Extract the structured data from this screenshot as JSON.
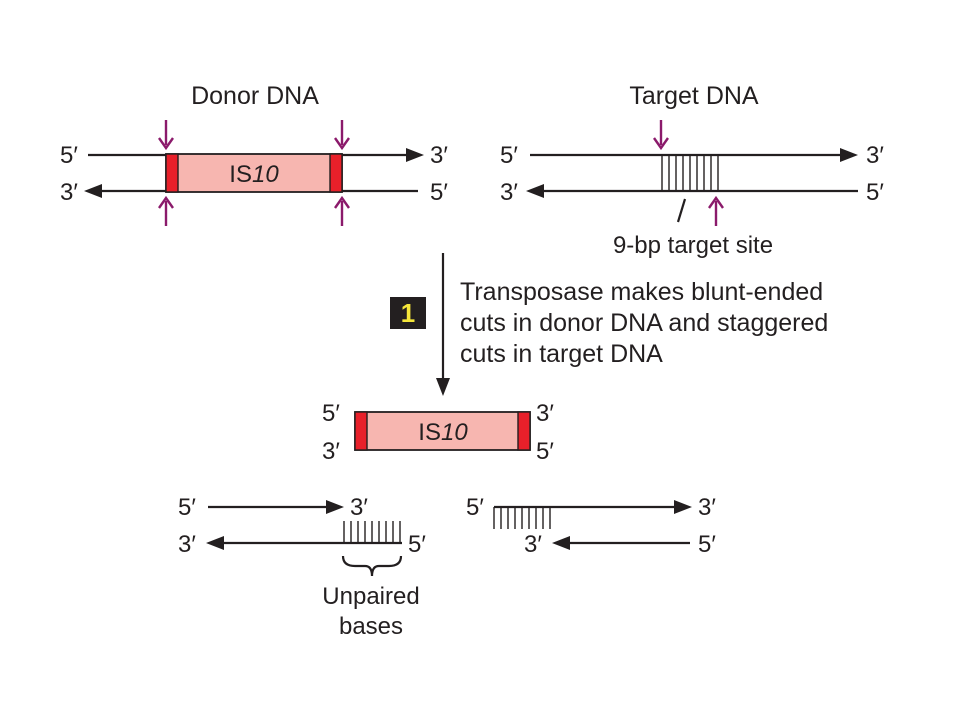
{
  "donor": {
    "title": "Donor DNA",
    "top_left": "5′",
    "top_right": "3′",
    "bottom_left": "3′",
    "bottom_right": "5′",
    "element_label": "IS",
    "element_num": "10"
  },
  "target": {
    "title": "Target DNA",
    "top_left": "5′",
    "top_right": "3′",
    "bottom_left": "3′",
    "bottom_right": "5′",
    "site_label": "9-bp target site"
  },
  "step": {
    "number": "1",
    "text_lines": [
      "Transposase makes blunt-ended",
      "cuts in donor DNA and staggered",
      "cuts in target DNA"
    ]
  },
  "excised": {
    "top_left": "5′",
    "top_right": "3′",
    "bottom_left": "3′",
    "bottom_right": "5′",
    "element_label": "IS",
    "element_num": "10"
  },
  "cut_left": {
    "top_left": "5′",
    "top_right": "3′",
    "bottom_left": "3′",
    "bottom_right": "5′"
  },
  "cut_right": {
    "top_left": "5′",
    "top_right": "3′",
    "bottom_left": "3′",
    "bottom_right": "5′"
  },
  "unpaired": {
    "line1": "Unpaired",
    "line2": "bases"
  },
  "colors": {
    "cut_arrow": "#8b1a6b",
    "element_fill": "#f7b6b0",
    "element_end": "#e8202a",
    "step_badge": "#231f20",
    "step_number": "#f5e63a"
  }
}
